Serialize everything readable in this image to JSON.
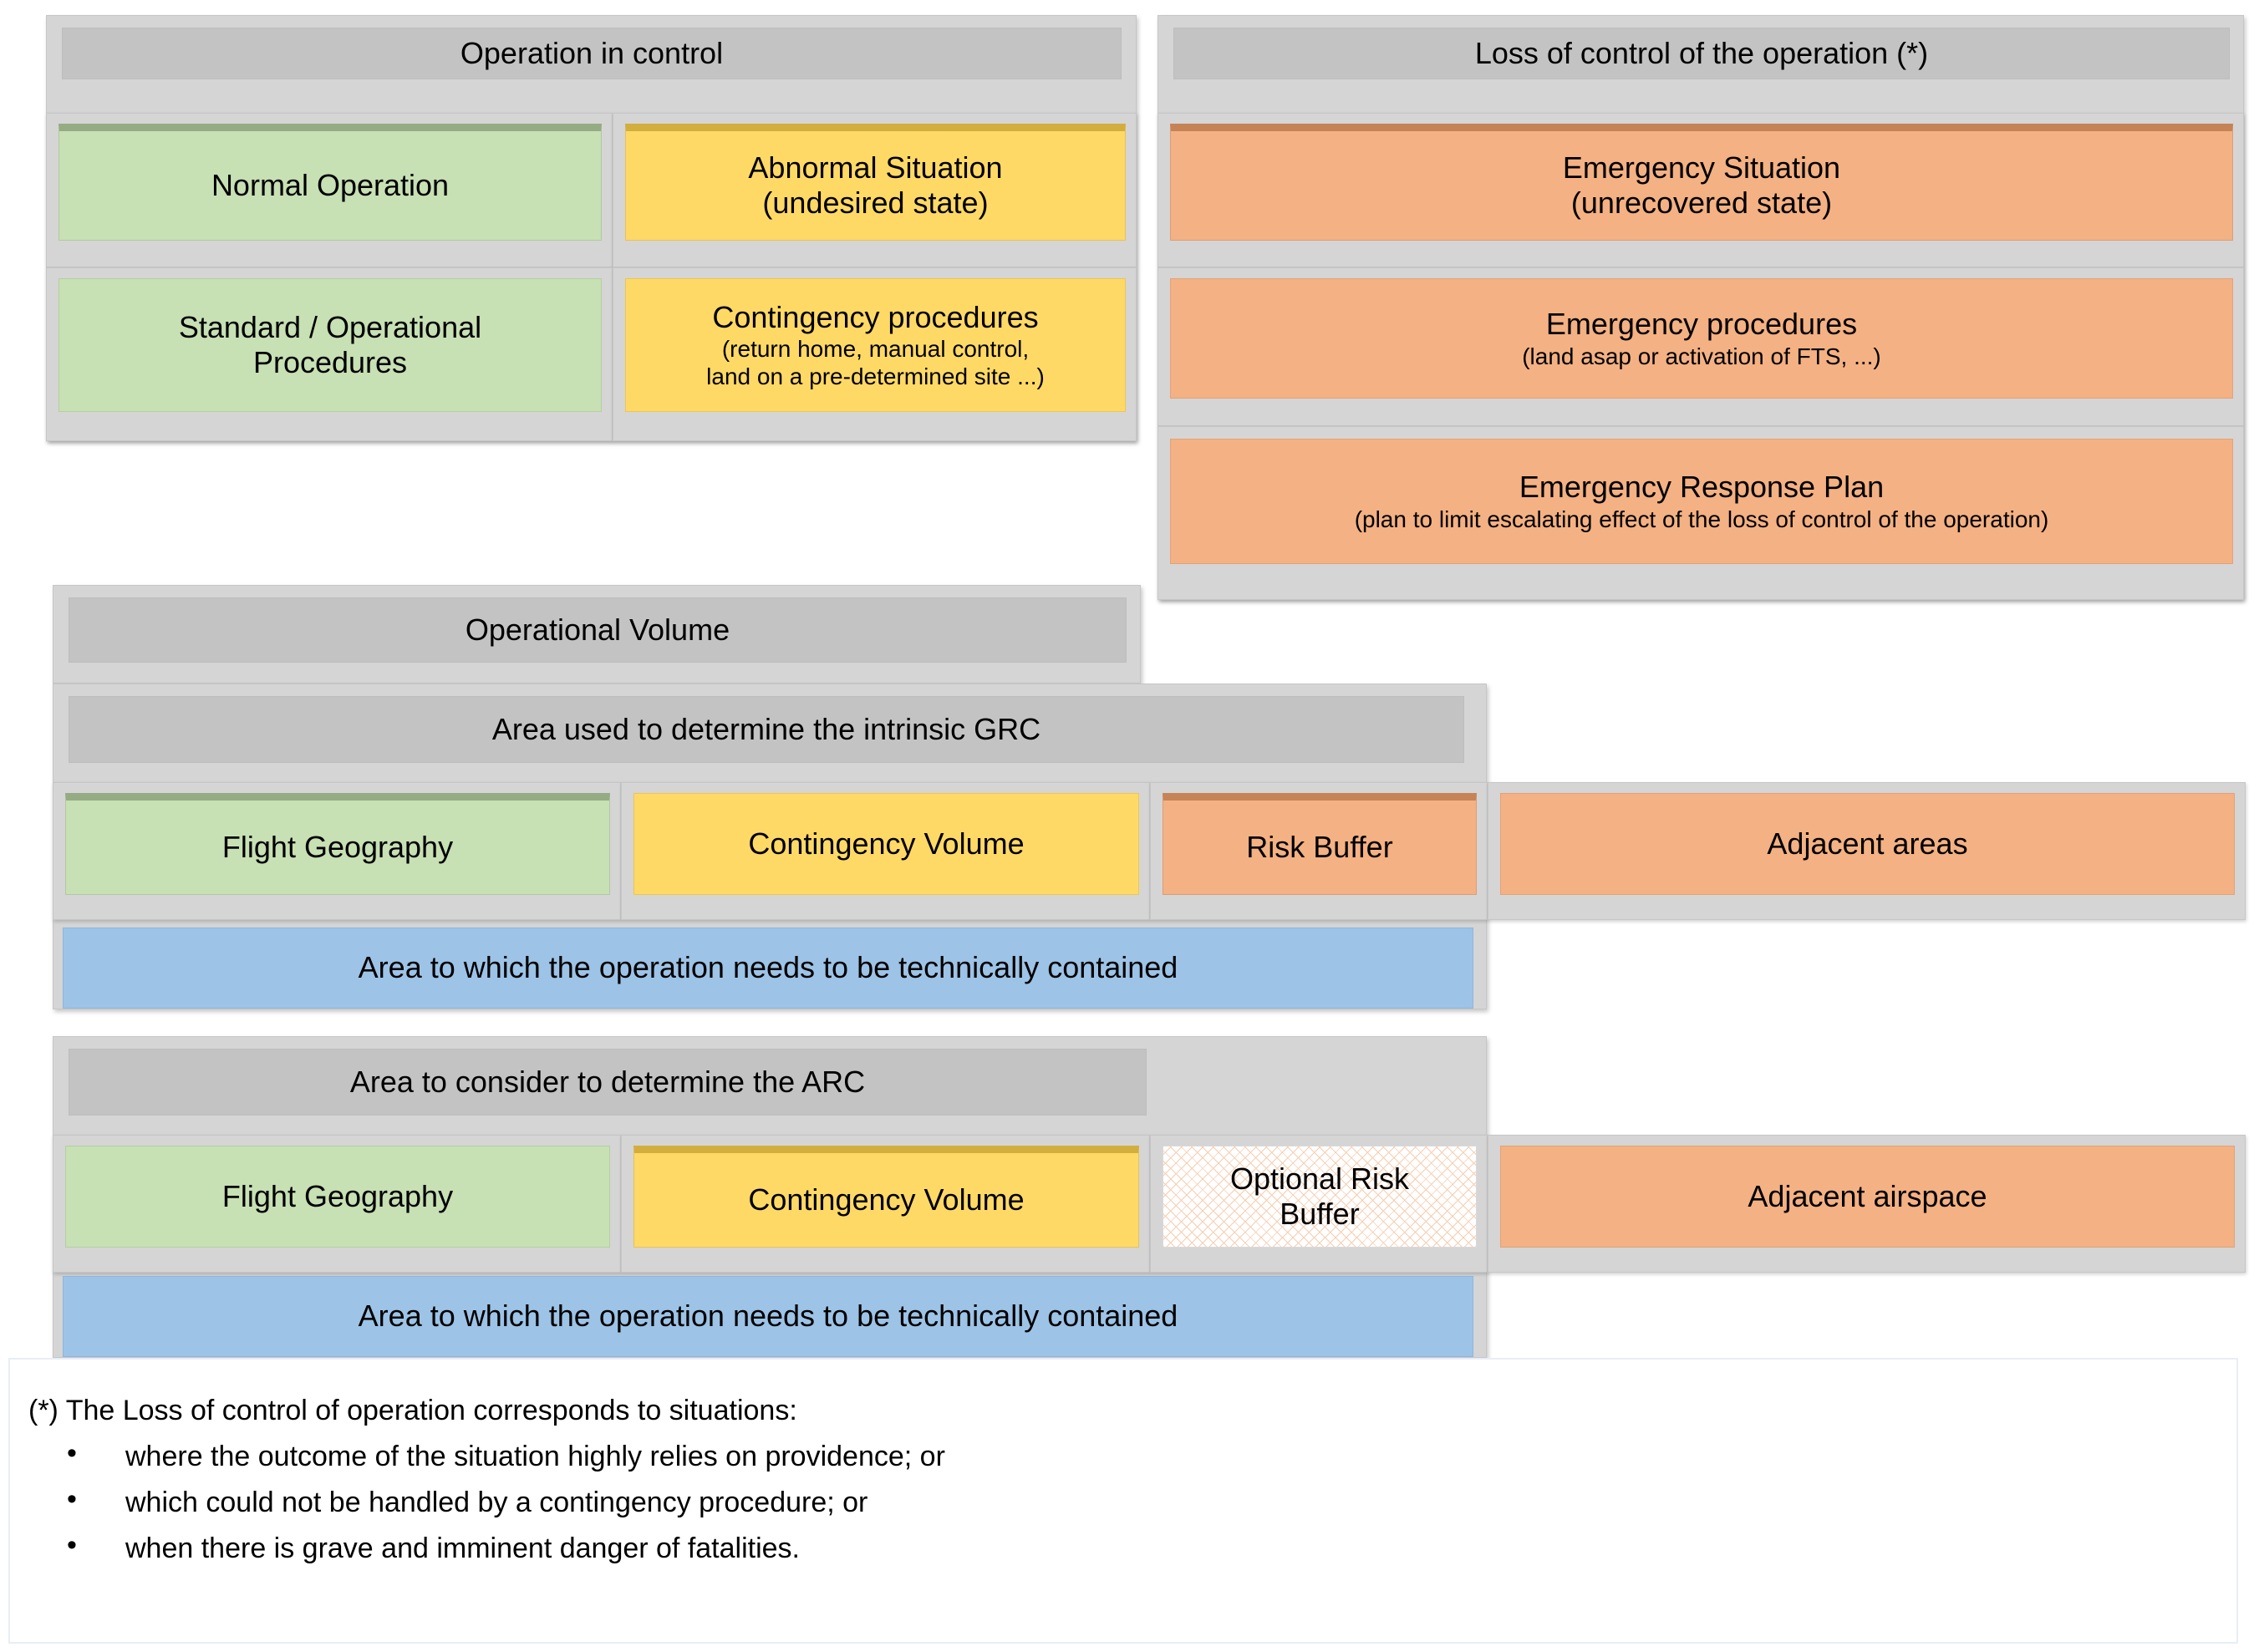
{
  "diagram": {
    "title_bars": {
      "operation_in_control": "Operation in control",
      "loss_of_control": "Loss of control of the operation (*)",
      "operational_volume": "Operational Volume",
      "grc_area": "Area used to determine the intrinsic GRC",
      "arc_area": "Area to consider to determine the ARC"
    },
    "states": {
      "normal_operation": "Normal Operation",
      "abnormal_title": "Abnormal Situation",
      "abnormal_sub": "(undesired state)",
      "emergency_title": "Emergency Situation",
      "emergency_sub": "(unrecovered state)"
    },
    "procedures": {
      "standard_line1": "Standard / Operational",
      "standard_line2": "Procedures",
      "contingency_title": "Contingency procedures",
      "contingency_sub1": "(return home, manual control,",
      "contingency_sub2": "land on a pre-determined site ...)",
      "emergency_proc_title": "Emergency procedures",
      "emergency_proc_sub": "(land asap or activation of FTS, ...)",
      "erp_title": "Emergency Response Plan",
      "erp_sub": "(plan to limit escalating effect of the loss of control of the operation)"
    },
    "grc_row": {
      "flight_geography": "Flight Geography",
      "contingency_volume": "Contingency Volume",
      "risk_buffer": "Risk Buffer",
      "adjacent": "Adjacent areas",
      "contained": "Area to which the operation needs to be technically contained"
    },
    "arc_row": {
      "flight_geography": "Flight Geography",
      "contingency_volume": "Contingency Volume",
      "risk_buffer_line1": "Optional Risk",
      "risk_buffer_line2": "Buffer",
      "adjacent": "Adjacent airspace",
      "contained": "Area to which the operation needs to be technically contained"
    },
    "footnote": {
      "lead": "(*) The Loss of control of operation corresponds to situations:",
      "bullet_glyph": "•",
      "items": [
        "where the outcome of the situation highly relies on providence; or",
        "which could not be handled by a contingency procedure; or",
        "when there is grave and imminent danger of fatalities."
      ]
    },
    "colors": {
      "green": "#c7e0b4",
      "yellow": "#ffd966",
      "orange": "#f4b183",
      "blue": "#9dc3e6",
      "gray_header": "#c3c3c3",
      "shell_gray": "#d5d5d5"
    }
  }
}
